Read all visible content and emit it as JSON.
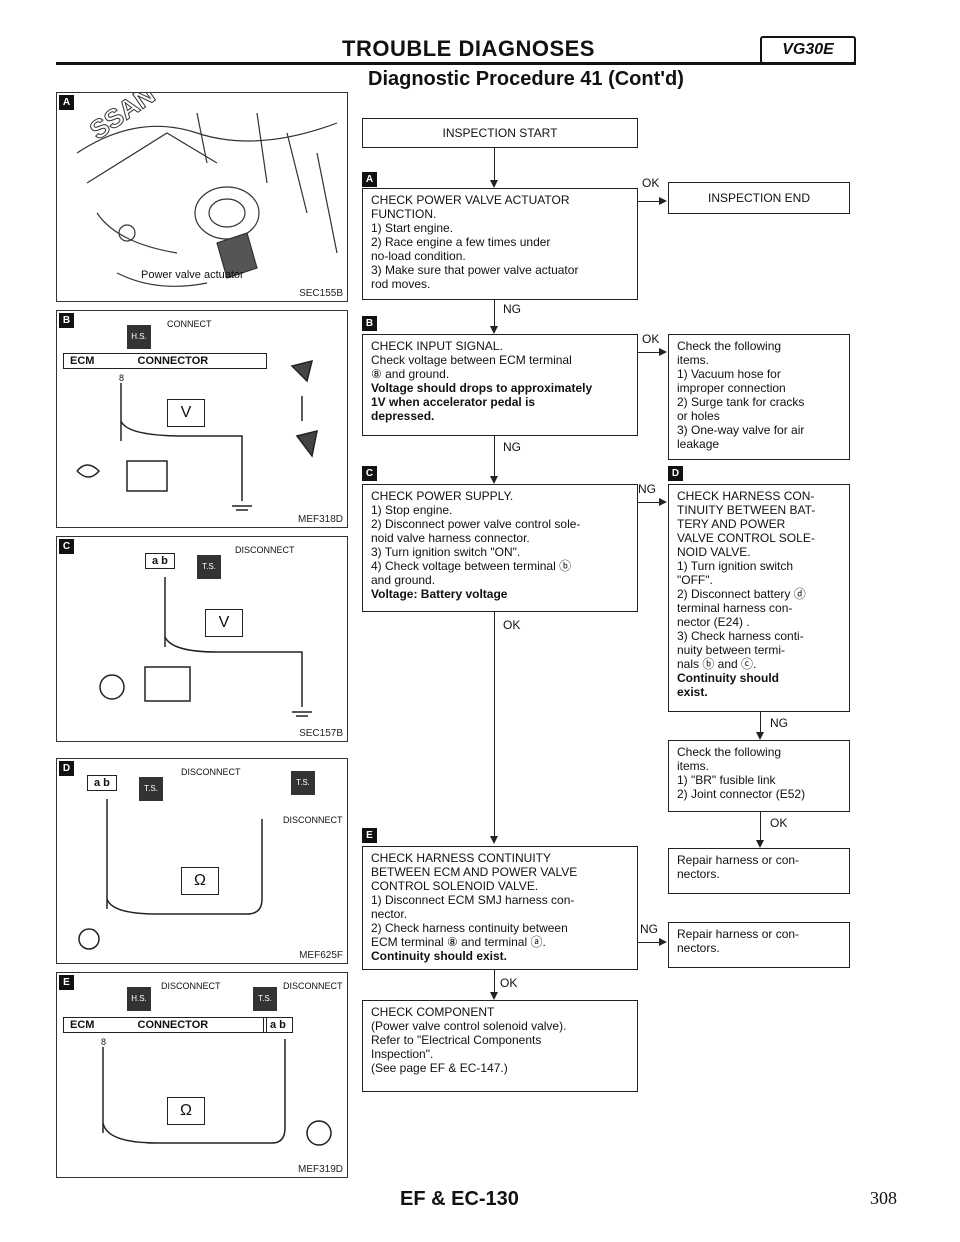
{
  "header": {
    "title": "TROUBLE DIAGNOSES",
    "badge": "VG30E",
    "subtitle": "Diagnostic Procedure 41 (Cont'd)"
  },
  "panels": {
    "A": {
      "tag": "A",
      "caption": "Power valve actuator",
      "code": "SEC155B"
    },
    "B": {
      "tag": "B",
      "connect": "CONNECT",
      "ecm": "ECM",
      "connector": "CONNECTOR",
      "pin": "8",
      "meter": "V",
      "code": "MEF318D"
    },
    "C": {
      "tag": "C",
      "disconnect": "DISCONNECT",
      "meter": "V",
      "code": "SEC157B"
    },
    "D": {
      "tag": "D",
      "disconnect1": "DISCONNECT",
      "disconnect2": "DISCONNECT",
      "meter": "Ω",
      "code": "MEF625F"
    },
    "E": {
      "tag": "E",
      "disconnect1": "DISCONNECT",
      "disconnect2": "DISCONNECT",
      "ecm": "ECM",
      "connector": "CONNECTOR",
      "pin": "8",
      "meter": "Ω",
      "code": "MEF319D"
    }
  },
  "flow": {
    "start": "INSPECTION START",
    "stepA": {
      "tag": "A",
      "title": "CHECK POWER VALVE ACTUATOR FUNCTION.",
      "lines": "1) Start engine.\n2) Race engine a few times under\n    no-load condition.\n3) Make sure that power valve actuator\n    rod moves."
    },
    "end": "INSPECTION END",
    "stepB": {
      "tag": "B",
      "text": "CHECK INPUT SIGNAL.\nCheck voltage between ECM terminal\n⑧ and ground.",
      "bold": "Voltage should drops to approximately\n1V when accelerator pedal is\ndepressed."
    },
    "checkB": "Check the following\nitems.\n1) Vacuum hose for\n    improper connection\n2) Surge tank for cracks\n    or holes\n3) One-way valve for air\n    leakage",
    "stepC": {
      "tag": "C",
      "text": "CHECK POWER SUPPLY.\n1) Stop engine.\n2) Disconnect power valve control sole-\n    noid valve harness connector.\n3) Turn ignition switch \"ON\".\n4) Check voltage between terminal ⓑ\n    and ground.",
      "bold": "Voltage: Battery voltage"
    },
    "stepD": {
      "tag": "D",
      "text": "CHECK HARNESS CON-\nTINUITY BETWEEN BAT-\nTERY AND POWER\nVALVE CONTROL SOLE-\nNOID VALVE.\n1) Turn ignition switch\n    \"OFF\".\n2) Disconnect battery ⓓ\n    terminal harness con-\n    nector (E24) .\n3) Check harness conti-\n    nuity between termi-\n    nals ⓑ and ⓒ.",
      "bold": "Continuity should\nexist."
    },
    "checkD": "Check the following\nitems.\n1) \"BR\" fusible link\n2) Joint connector (E52)",
    "repair1": "Repair harness or con-\nnectors.",
    "stepE": {
      "tag": "E",
      "text": "CHECK HARNESS CONTINUITY\nBETWEEN ECM AND POWER VALVE\nCONTROL SOLENOID VALVE.\n1) Disconnect ECM SMJ harness con-\n    nector.\n2) Check harness continuity between\n    ECM terminal ⑧ and terminal ⓐ.",
      "bold": "Continuity should exist."
    },
    "repair2": "Repair harness or con-\nnectors.",
    "component": "CHECK COMPONENT\n(Power valve control solenoid valve).\nRefer to \"Electrical Components\nInspection\".\n(See page EF & EC-147.)",
    "labels": {
      "ok": "OK",
      "ng": "NG"
    }
  },
  "footer": {
    "ref": "EF & EC-130",
    "page": "308"
  }
}
